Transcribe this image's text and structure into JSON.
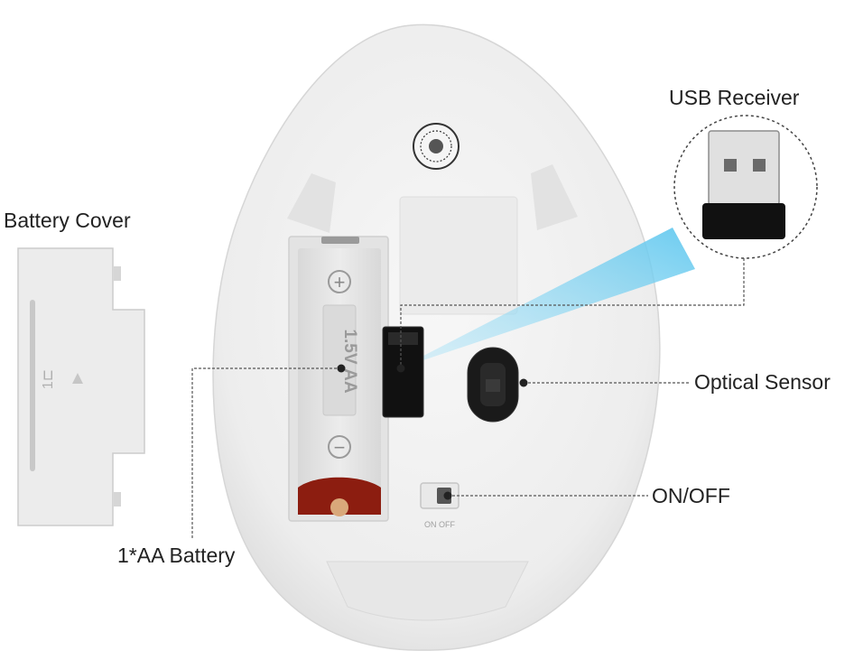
{
  "labels": {
    "battery_cover": "Battery Cover",
    "usb_receiver": "USB Receiver",
    "optical_sensor": "Optical Sensor",
    "on_off": "ON/OFF",
    "aa_battery": "1*AA Battery"
  },
  "imprints": {
    "battery_text": "1.5V AA",
    "plus_sign": "+",
    "minus_sign": "−",
    "switch_text": "ON OFF",
    "cover_text": "1⊏"
  },
  "colors": {
    "background": "#ffffff",
    "mouse_body": "#f1f1f1",
    "sensor": "#1a1a1a",
    "beam": "#7fd3f2",
    "leader_line": "#555555"
  }
}
